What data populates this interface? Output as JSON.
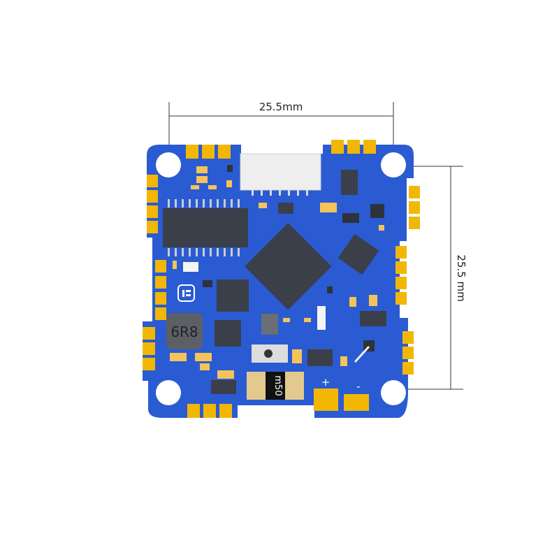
{
  "dimensions": {
    "width_label": "25.5mm",
    "height_label": "25.5 mm"
  },
  "board": {
    "inductor_marking": "6R8",
    "shunt_marking": "m50",
    "plus_label": "+",
    "minus_label": "-",
    "logo": "iflight logo"
  },
  "colors": {
    "pcb": "#2a5bd2",
    "pads": "#f2b705",
    "chips": "#3a3f4a",
    "dimension_lines": "#333333"
  }
}
